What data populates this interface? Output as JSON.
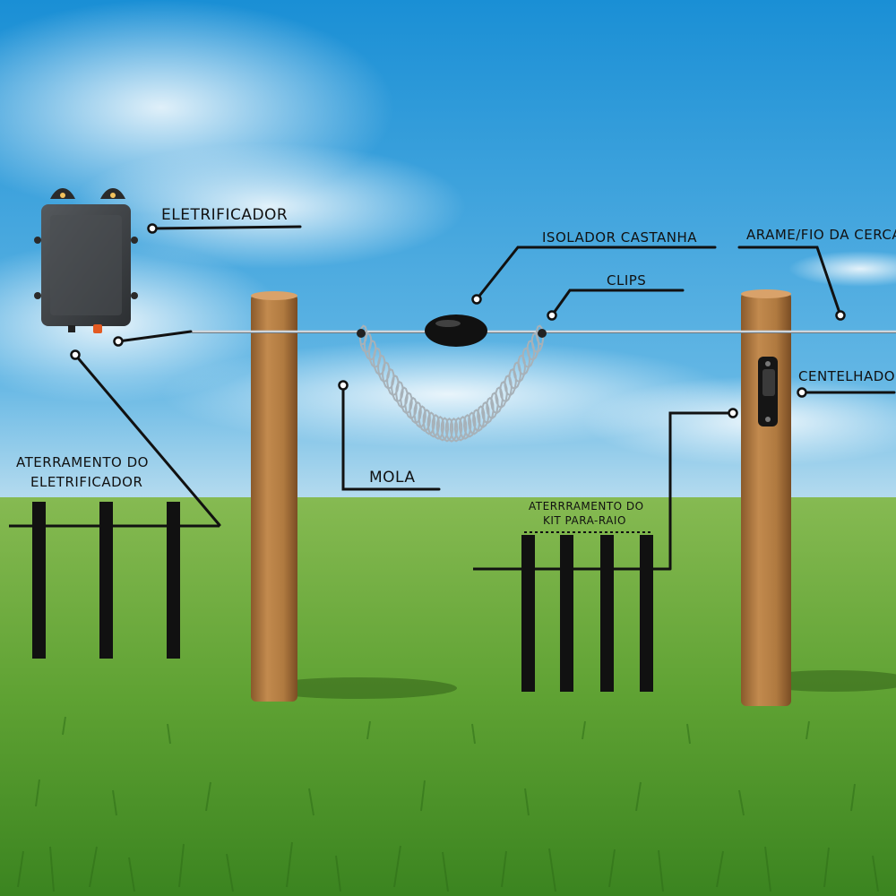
{
  "labels": {
    "eletrificador": "ELETRIFICADOR",
    "isolador_castanha": "ISOLADOR CASTANHA",
    "arame_fio": "ARAME/FIO DA CERCA",
    "clips": "CLIPS",
    "centelhador": "CENTELHADOR",
    "mola": "MOLA",
    "aterramento_eletrificador_line1": "ATERRAMENTO DO",
    "aterramento_eletrificador_line2": "ELETRIFICADOR",
    "aterramento_kit_line1": "ATERRRAMENTO DO",
    "aterramento_kit_line2": "KIT PARA-RAIO"
  },
  "colors": {
    "sky_top": "#1f93d6",
    "sky_bottom": "#9fd0ea",
    "grass_top": "#7fb54a",
    "grass_bottom": "#3f8a22",
    "post": "#b97e43",
    "leader_line": "#111111",
    "ground_rod": "#111111",
    "electrifier_body": "#3c3f42"
  },
  "icons": {
    "electrifier": "electrifier-device-icon",
    "insulator": "insulator-nut-icon",
    "spring": "spring-coil-icon",
    "spark_gap": "spark-gap-icon"
  }
}
